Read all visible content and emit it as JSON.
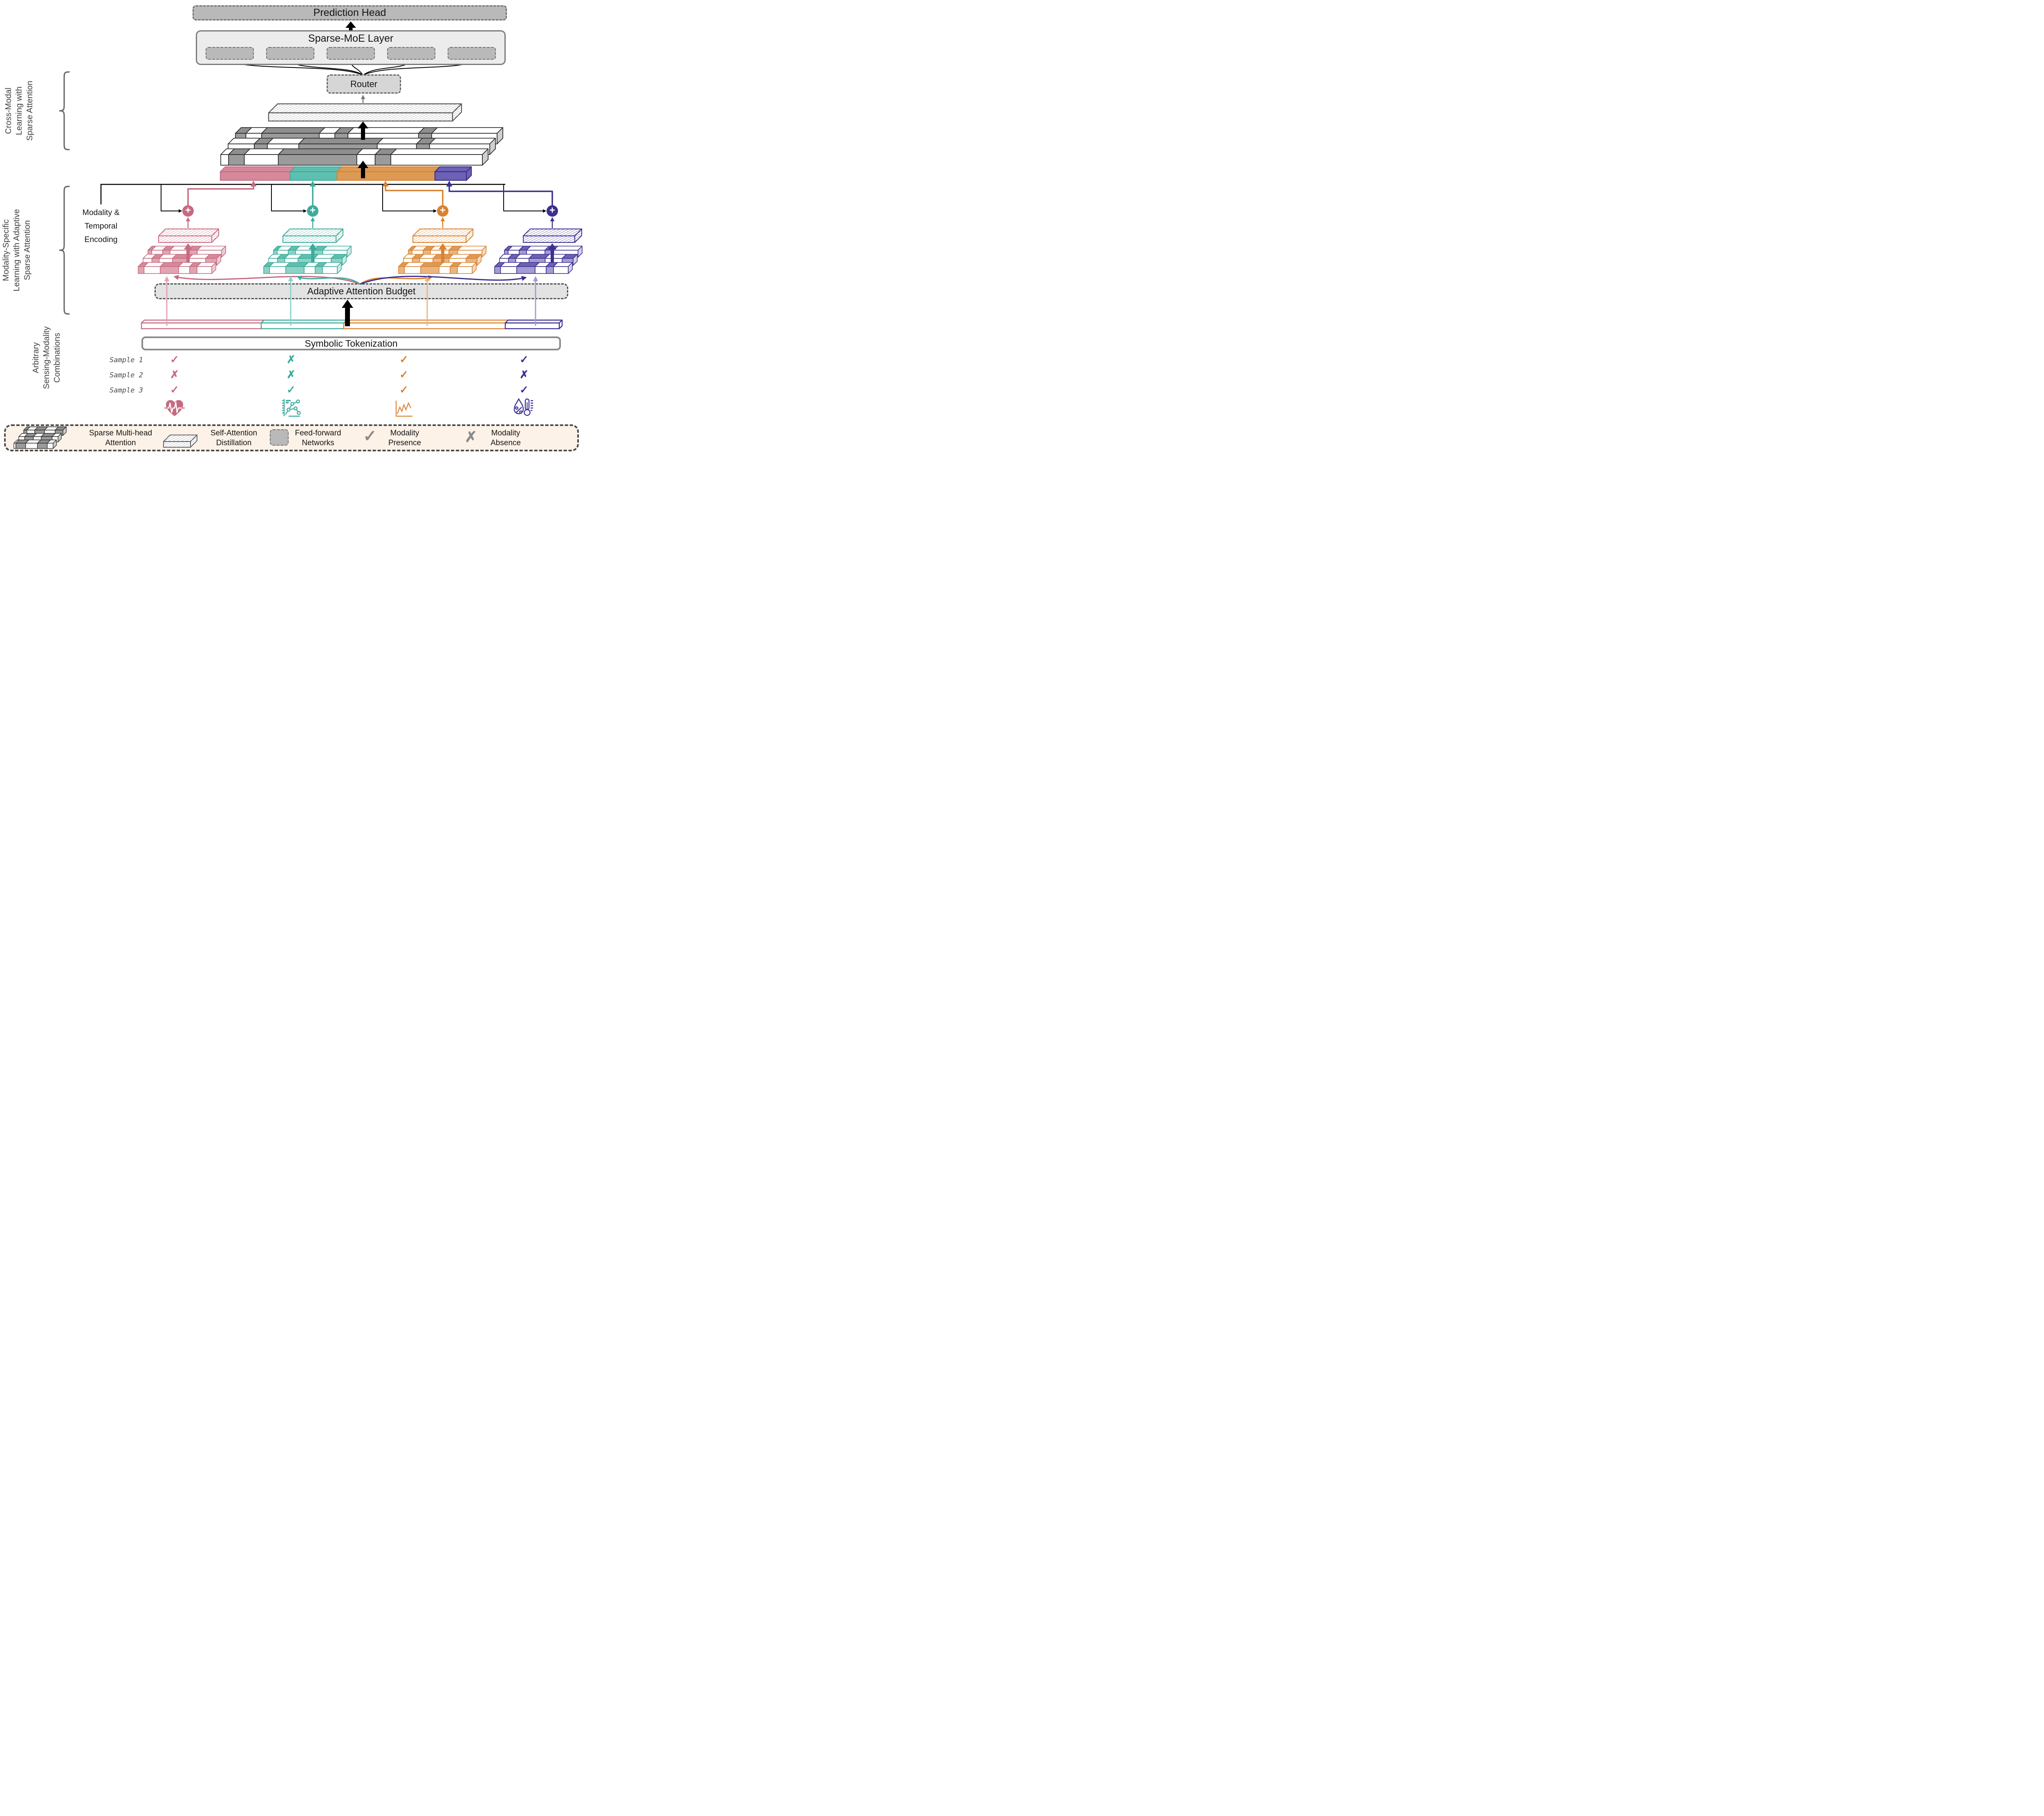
{
  "colors": {
    "ink": "#000000",
    "pink": "#c76a80",
    "pinkLight": "#e0a5b1",
    "pinkMid": "#d5899a",
    "pinkCap": "#eccdd4",
    "teal": "#3cab9b",
    "tealLight": "#8ed2c6",
    "tealMid": "#5fbfaf",
    "tealCap": "#cfeae5",
    "orange": "#d9822f",
    "orangeLight": "#eab584",
    "orangeMid": "#dd9a55",
    "orangeCap": "#f3d9bd",
    "purple": "#3a2f90",
    "purpleLight": "#a49bd4",
    "purpleMid": "#6c61b2",
    "purpleCap": "#d6d1ea",
    "grayBar": "#9b9b9b",
    "grayBarTop": "#8f8f8f",
    "grayCap": "#cfcfcf",
    "barStroke": "#2e2e2e",
    "hatchGray": "#909090",
    "predFill": "#b9b9b9",
    "predBorder": "#6f6f6f",
    "moeFill": "#ececec",
    "moeBorder": "#7a7a7a",
    "expertFill": "#b9b9b9",
    "routerFill": "#d6d6d6",
    "budgetFill": "#e3e3e3",
    "budgetBorder": "#4f4f4f",
    "tokenBorder": "#8a8a8a",
    "legendBg": "#fdf2e8",
    "legendBorder": "#4a4a4a",
    "markGray": "#8a8a8a",
    "sideLabel": "#3f3f3f"
  },
  "boxes": {
    "prediction_head": "Prediction Head",
    "moe": "Sparse-MoE Layer",
    "router": "Router",
    "budget": "Adaptive Attention Budget",
    "tokenization": "Symbolic Tokenization"
  },
  "encoding_label": [
    "Modality &",
    "Temporal",
    "Encoding"
  ],
  "side_labels": {
    "cross_modal": [
      "Cross-Modal",
      "Learning with",
      "Sparse Attention"
    ],
    "modality_specific": [
      "Modality-Specific",
      "Learning with Adaptive",
      "Sparse Attention"
    ],
    "arbitrary": [
      "Arbitrary",
      "Sensing-Modality",
      "Combinations"
    ]
  },
  "samples": [
    {
      "label": "Sample 1",
      "marks": [
        "✓",
        "✗",
        "✓",
        "✓"
      ]
    },
    {
      "label": "Sample 2",
      "marks": [
        "✗",
        "✗",
        "✓",
        "✗"
      ]
    },
    {
      "label": "Sample 3",
      "marks": [
        "✓",
        "✓",
        "✓",
        "✓"
      ]
    }
  ],
  "modalities": [
    {
      "id": "pink",
      "icon": "heart-ecg-icon"
    },
    {
      "id": "teal",
      "icon": "scatter-chart-icon"
    },
    {
      "id": "orange",
      "icon": "line-chart-icon"
    },
    {
      "id": "purple",
      "icon": "humidity-temperature-icon"
    }
  ],
  "legend": [
    {
      "icon": "sparse-multihead-icon",
      "lines": [
        "Sparse Multi-head",
        "Attention"
      ]
    },
    {
      "icon": "self-attention-distillation-icon",
      "lines": [
        "Self-Attention",
        "Distillation"
      ]
    },
    {
      "icon": "feed-forward-icon",
      "lines": [
        "Feed-forward",
        "Networks"
      ]
    },
    {
      "icon": "modality-presence-icon",
      "lines": [
        "Modality",
        "Presence"
      ]
    },
    {
      "icon": "modality-absence-icon",
      "lines": [
        "Modality",
        "Absence"
      ]
    }
  ],
  "patterns": {
    "gray": [
      [
        [
          0.04,
          1
        ],
        [
          0.06,
          0
        ],
        [
          0.22,
          1
        ],
        [
          0.06,
          0
        ],
        [
          0.05,
          1
        ],
        [
          0.27,
          0
        ],
        [
          0.05,
          1
        ],
        [
          0.25,
          0
        ]
      ],
      [
        [
          0.1,
          0
        ],
        [
          0.05,
          1
        ],
        [
          0.12,
          0
        ],
        [
          0.3,
          1
        ],
        [
          0.15,
          0
        ],
        [
          0.05,
          1
        ],
        [
          0.23,
          0
        ]
      ],
      [
        [
          0.03,
          0
        ],
        [
          0.06,
          1
        ],
        [
          0.13,
          0
        ],
        [
          0.3,
          1
        ],
        [
          0.07,
          0
        ],
        [
          0.06,
          1
        ],
        [
          0.35,
          0
        ]
      ]
    ],
    "modality": [
      [
        [
          0.05,
          1
        ],
        [
          0.15,
          0
        ],
        [
          0.1,
          1
        ],
        [
          0.25,
          0
        ],
        [
          0.12,
          1
        ],
        [
          0.33,
          0
        ]
      ],
      [
        [
          0.12,
          0
        ],
        [
          0.1,
          1
        ],
        [
          0.18,
          0
        ],
        [
          0.22,
          1
        ],
        [
          0.23,
          0
        ],
        [
          0.15,
          1
        ]
      ],
      [
        [
          0.08,
          1
        ],
        [
          0.22,
          0
        ],
        [
          0.25,
          1
        ],
        [
          0.15,
          0
        ],
        [
          0.1,
          1
        ],
        [
          0.2,
          0
        ]
      ]
    ],
    "legend": [
      [
        [
          0.08,
          1
        ],
        [
          0.2,
          0
        ],
        [
          0.25,
          1
        ],
        [
          0.27,
          0
        ],
        [
          0.2,
          1
        ]
      ],
      [
        [
          0.15,
          0
        ],
        [
          0.22,
          1
        ],
        [
          0.2,
          0
        ],
        [
          0.28,
          1
        ],
        [
          0.15,
          0
        ]
      ],
      [
        [
          0.05,
          0
        ],
        [
          0.25,
          1
        ],
        [
          0.3,
          0
        ],
        [
          0.25,
          1
        ],
        [
          0.15,
          0
        ]
      ]
    ]
  },
  "concat_bar": [
    {
      "color": "pink",
      "frac": 0.284
    },
    {
      "color": "teal",
      "frac": 0.19
    },
    {
      "color": "orange",
      "frac": 0.398
    },
    {
      "color": "purple",
      "frac": 0.128
    }
  ],
  "experts": 5
}
